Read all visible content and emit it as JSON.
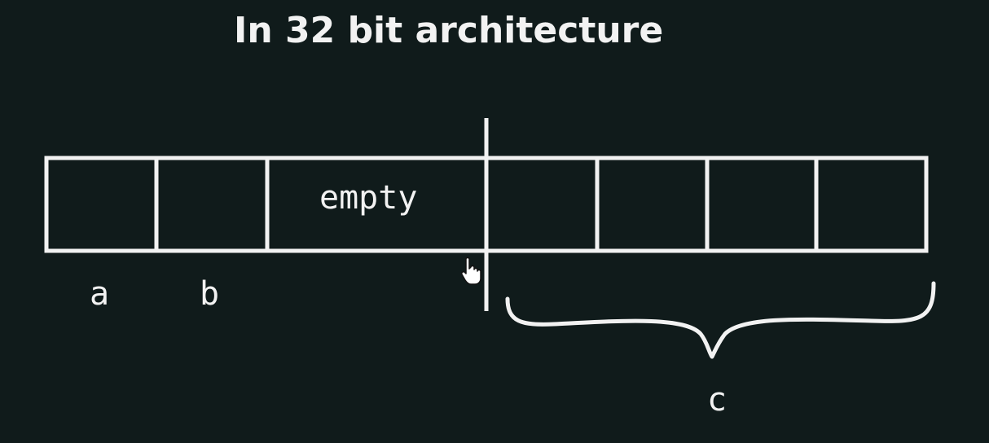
{
  "title": "In 32 bit architecture",
  "cells": {
    "empty_label": "empty"
  },
  "labels": {
    "a": "a",
    "b": "b",
    "c": "c"
  },
  "colors": {
    "background": "#101b1b",
    "foreground": "#f2f2f2"
  },
  "icons": {
    "cursor": "hand-pointer-icon"
  }
}
